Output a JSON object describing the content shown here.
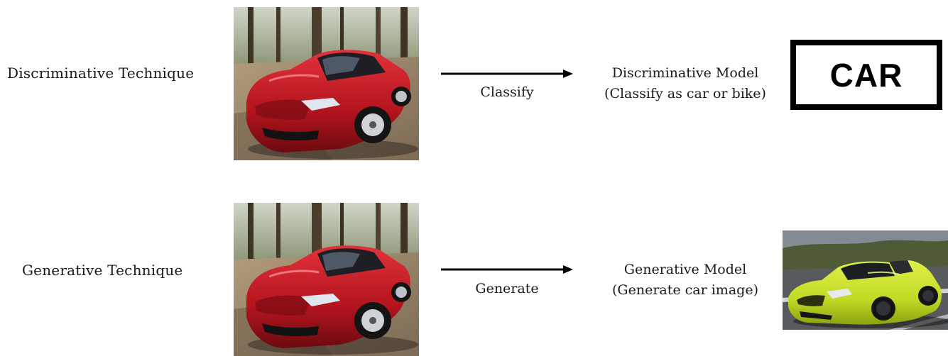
{
  "rows": [
    {
      "technique": "Discriminative Technique",
      "action": "Classify",
      "model_title": "Discriminative Model",
      "model_subtitle": "(Classify as car or bike)",
      "output_label": "CAR"
    },
    {
      "technique": "Generative Technique",
      "action": "Generate",
      "model_title": "Generative Model",
      "model_subtitle": "(Generate car image)"
    }
  ],
  "images": {
    "input_car": "red sports car photo",
    "generated_car": "lime green sports car photo"
  },
  "colors": {
    "input_car_body": "#c01c25",
    "generated_car_body": "#c6e02c",
    "arrow": "#000000",
    "output_box_border": "#000000"
  }
}
